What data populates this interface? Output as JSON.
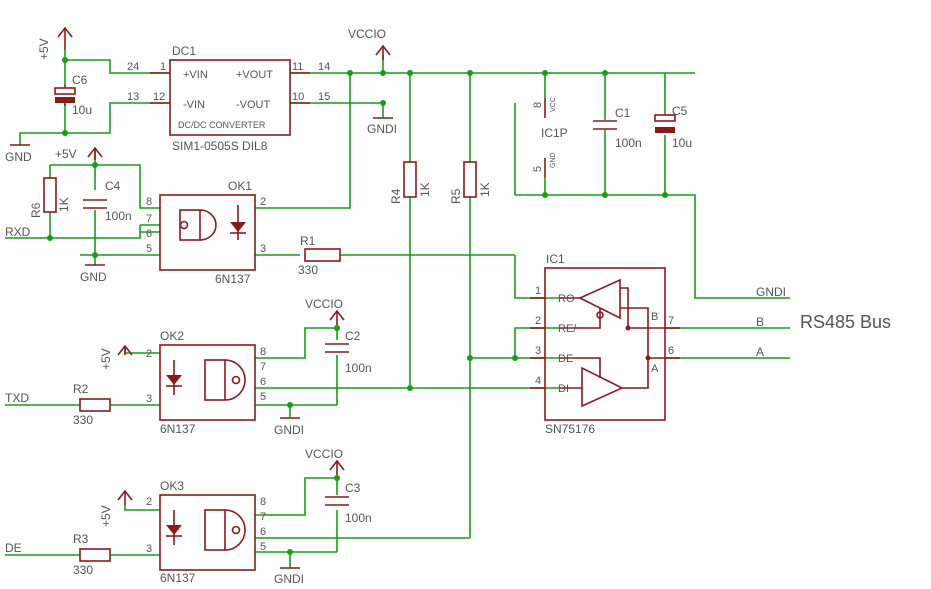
{
  "supply": {
    "p5v": "+5V",
    "gnd": "GND",
    "vccio": "VCCIO",
    "gndi": "GNDI"
  },
  "dc1": {
    "name": "DC1",
    "part": "SIM1-0505S DIL8",
    "inner": "DC/DC CONVERTER",
    "pin_vin_p": "+VIN",
    "pin_vin_n": "-VIN",
    "pin_vout_p": "+VOUT",
    "pin_vout_n": "-VOUT",
    "n1": "1",
    "n12": "12",
    "n11": "11",
    "n10": "10",
    "n24": "24",
    "n13": "13",
    "n14": "14",
    "n15": "15"
  },
  "c6": {
    "name": "C6",
    "value": "10u"
  },
  "c4": {
    "name": "C4",
    "value": "100n"
  },
  "r6": {
    "name": "R6",
    "value": "1K"
  },
  "ok1": {
    "name": "OK1",
    "part": "6N137",
    "pins": [
      "8",
      "7",
      "6",
      "5",
      "2",
      "3"
    ]
  },
  "r1": {
    "name": "R1",
    "value": "330"
  },
  "r4": {
    "name": "R4",
    "value": "1K"
  },
  "r5": {
    "name": "R5",
    "value": "1K"
  },
  "ic1p": {
    "name": "IC1P",
    "pin8": "8",
    "pin5": "5",
    "vcc": "VCC",
    "gnd": "GND"
  },
  "c1": {
    "name": "C1",
    "value": "100n"
  },
  "c5": {
    "name": "C5",
    "value": "10u"
  },
  "c2": {
    "name": "C2",
    "value": "100n"
  },
  "c3": {
    "name": "C3",
    "value": "100n"
  },
  "ic1": {
    "name": "IC1",
    "part": "SN75176",
    "ro": "RO",
    "re": "RE/",
    "de": "DE",
    "di": "DI",
    "b": "B",
    "a": "A",
    "n1": "1",
    "n2": "2",
    "n3": "3",
    "n4": "4",
    "n6": "6",
    "n7": "7"
  },
  "ok2": {
    "name": "OK2",
    "part": "6N137",
    "pins": [
      "2",
      "3",
      "8",
      "7",
      "6",
      "5"
    ]
  },
  "ok3": {
    "name": "OK3",
    "part": "6N137",
    "pins": [
      "2",
      "3",
      "8",
      "7",
      "6",
      "5"
    ]
  },
  "r2": {
    "name": "R2",
    "value": "330"
  },
  "r3": {
    "name": "R3",
    "value": "330"
  },
  "signals": {
    "rxd": "RXD",
    "txd": "TXD",
    "de": "DE",
    "b": "B",
    "a": "A",
    "gndi": "GNDI"
  },
  "bus_title": "RS485 Bus"
}
